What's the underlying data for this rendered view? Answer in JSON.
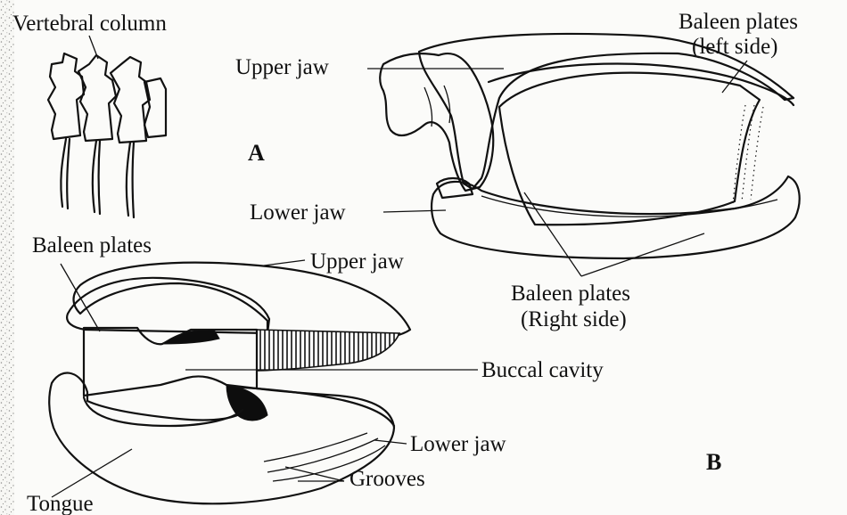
{
  "figure_a": {
    "panel_letter": "A",
    "labels": {
      "vertebral_column": "Vertebral column",
      "upper_jaw": "Upper jaw",
      "lower_jaw": "Lower jaw",
      "baleen_left_line1": "Baleen plates",
      "baleen_left_line2": "(left side)",
      "baleen_right_line1": "Baleen plates",
      "baleen_right_line2": "(Right side)"
    }
  },
  "figure_b": {
    "panel_letter": "B",
    "labels": {
      "baleen_plates": "Baleen plates",
      "upper_jaw": "Upper jaw",
      "buccal_cavity": "Buccal cavity",
      "lower_jaw": "Lower jaw",
      "grooves": "Grooves",
      "tongue": "Tongue"
    }
  }
}
